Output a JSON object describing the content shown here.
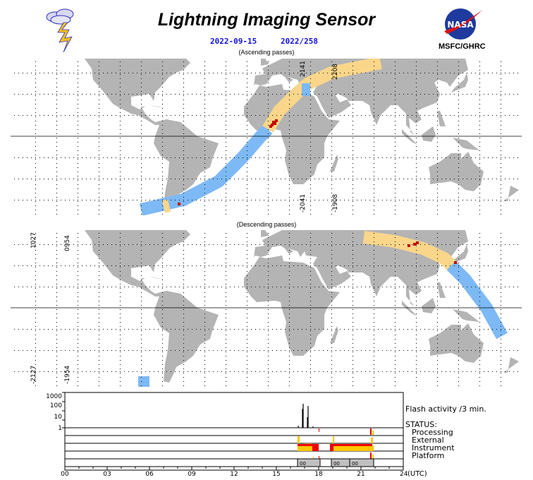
{
  "header": {
    "title": "Lightning Imaging Sensor",
    "date": "2022-09-15",
    "doy": "2022/258",
    "logo_text": "MSFC/GHRC",
    "logo_lettering": "NASA"
  },
  "maps": {
    "ascending": {
      "label": "(Ascending passes)",
      "orbit_labels_top": [
        "2141",
        "2208"
      ],
      "orbit_labels_bottom": [
        "-2041",
        "-1908"
      ]
    },
    "descending": {
      "label": "(Descending passes)",
      "orbit_labels_top": [
        "1027",
        "0954"
      ],
      "orbit_labels_bottom": [
        "-2127",
        "-1954"
      ]
    }
  },
  "colors": {
    "land": "#b4b4b4",
    "swath_day": "#fad68a",
    "swath_night": "#7db9f5",
    "flash": "#c80000",
    "status_yellow": "#fcc800",
    "status_red": "#f00000",
    "status_gray": "#c0c0c0"
  },
  "chart_data": {
    "type": "bar",
    "title": "Flash activity /3 min.",
    "xlabel": "(UTC)",
    "x_ticks": [
      "00",
      "03",
      "06",
      "09",
      "12",
      "15",
      "18",
      "21",
      "24"
    ],
    "xlim": [
      0,
      24
    ],
    "y_ticks": [
      "1000",
      "100",
      "10",
      "1"
    ],
    "ylim_log": [
      1,
      1000
    ],
    "flash_series": [
      {
        "hour": 16.55,
        "value": 1.5
      },
      {
        "hour": 16.85,
        "value": 40
      },
      {
        "hour": 16.9,
        "value": 110
      },
      {
        "hour": 17.2,
        "value": 8
      },
      {
        "hour": 17.25,
        "value": 70
      },
      {
        "hour": 17.6,
        "value": 1.3
      }
    ],
    "status_title": "STATUS:",
    "status_rows": [
      "Processing",
      "External",
      "Instrument",
      "Platform"
    ],
    "orbit_segments": [
      {
        "start": 16.5,
        "end": 18.1,
        "label": "00"
      },
      {
        "start": 18.9,
        "end": 20.2,
        "label": "00"
      },
      {
        "start": 20.2,
        "end": 21.9,
        "label": "00"
      }
    ]
  }
}
